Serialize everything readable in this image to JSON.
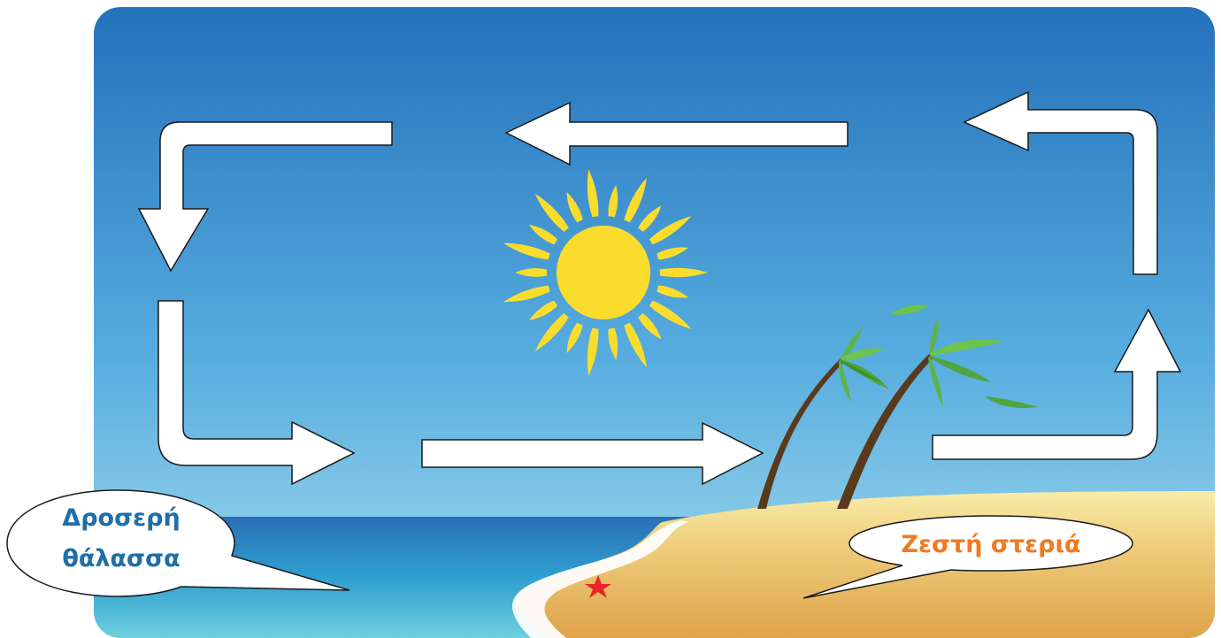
{
  "labels": {
    "sea_line1": "Δροσερή",
    "sea_line2": "θάλασσα",
    "land": "Ζεστή στεριά"
  },
  "colors": {
    "sky_top": "#2471bb",
    "sky_bottom": "#a5dcec",
    "sea_deep": "#2b73b8",
    "sea_shallow": "#35b6d6",
    "sand_light": "#f6e9a2",
    "sand_dark": "#e0a64a",
    "sun": "#fadd2c",
    "arrow_fill": "#ffffff",
    "arrow_stroke": "#1a1a1a",
    "sea_label": "#1f6ea8",
    "land_label": "#f07a22",
    "palm_leaf": "#5cb34a",
    "palm_trunk": "#5a3a1c",
    "starfish": "#e8262a"
  }
}
